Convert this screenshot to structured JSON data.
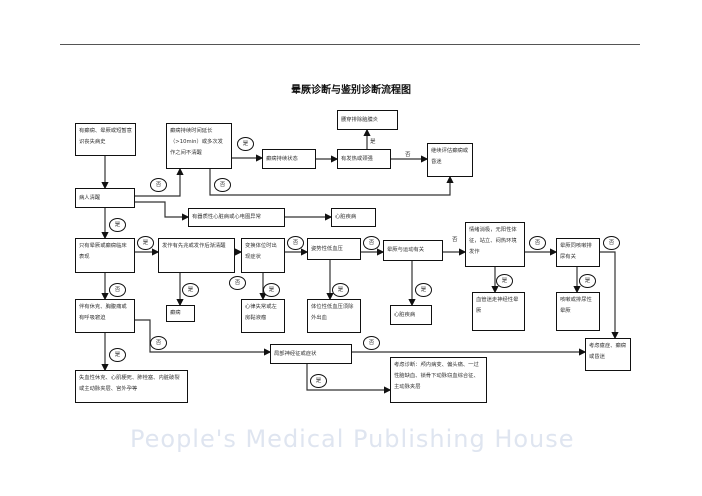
{
  "title": "晕厥诊断与鉴别诊断流程图",
  "watermark": "People's Medical Publishing House",
  "boxes": {
    "history": "有癫痫、晕厥或短暂意识丧失病史",
    "prolonged": "癫痫持续时间延长（>10min）或多次发作之间不清醒",
    "status_epilepticus": "癫痫持续状态",
    "fever": "有发热或颈强",
    "lumbar": "腰穿排除脑膜炎",
    "continue_eval": "继续评估癫痫或昏迷",
    "conscious": "病人清醒",
    "organic_heart": "有器质性心脏病或心电图异常",
    "heart_disease_1": "心脏疾病",
    "only_syncope": "只有晕厥或癫痫临床表现",
    "aura": "发作有先兆或发作后渐清醒",
    "posture": "变换体位时出现症状",
    "postural_hypo": "姿势性低血压",
    "exercise": "晕厥与运动有关",
    "emotion": "情绪消极，无阳性体征，站立、闷热环境发作",
    "cough": "晕厥同咳嗽排尿有关",
    "epilepsy": "癫痫",
    "arrhythmia": "心律失常或左房黏液瘤",
    "orthostatic": "体位性低血压须除外出血",
    "heart_disease_2": "心脏疾病",
    "vasovagal": "血管迷走神经性晕厥",
    "cough_syncope": "咳嗽或排尿性晕厥",
    "shock": "伴有休克、胸腹痛或有呼吸窘迫",
    "focal": "局部神经征或症状",
    "hysteria": "考虑癔症、癫痫或昏迷",
    "hemorrhagic": "失血性休克、心肌梗死、肺栓塞、内脏破裂或主动脉夹层、宫外孕等",
    "consider": "考虑诊断：颅内病变、偏头痛、一过性脑缺血、锁骨下动脉窃血综合征、主动脉夹层"
  },
  "yes": "是",
  "no": "否"
}
